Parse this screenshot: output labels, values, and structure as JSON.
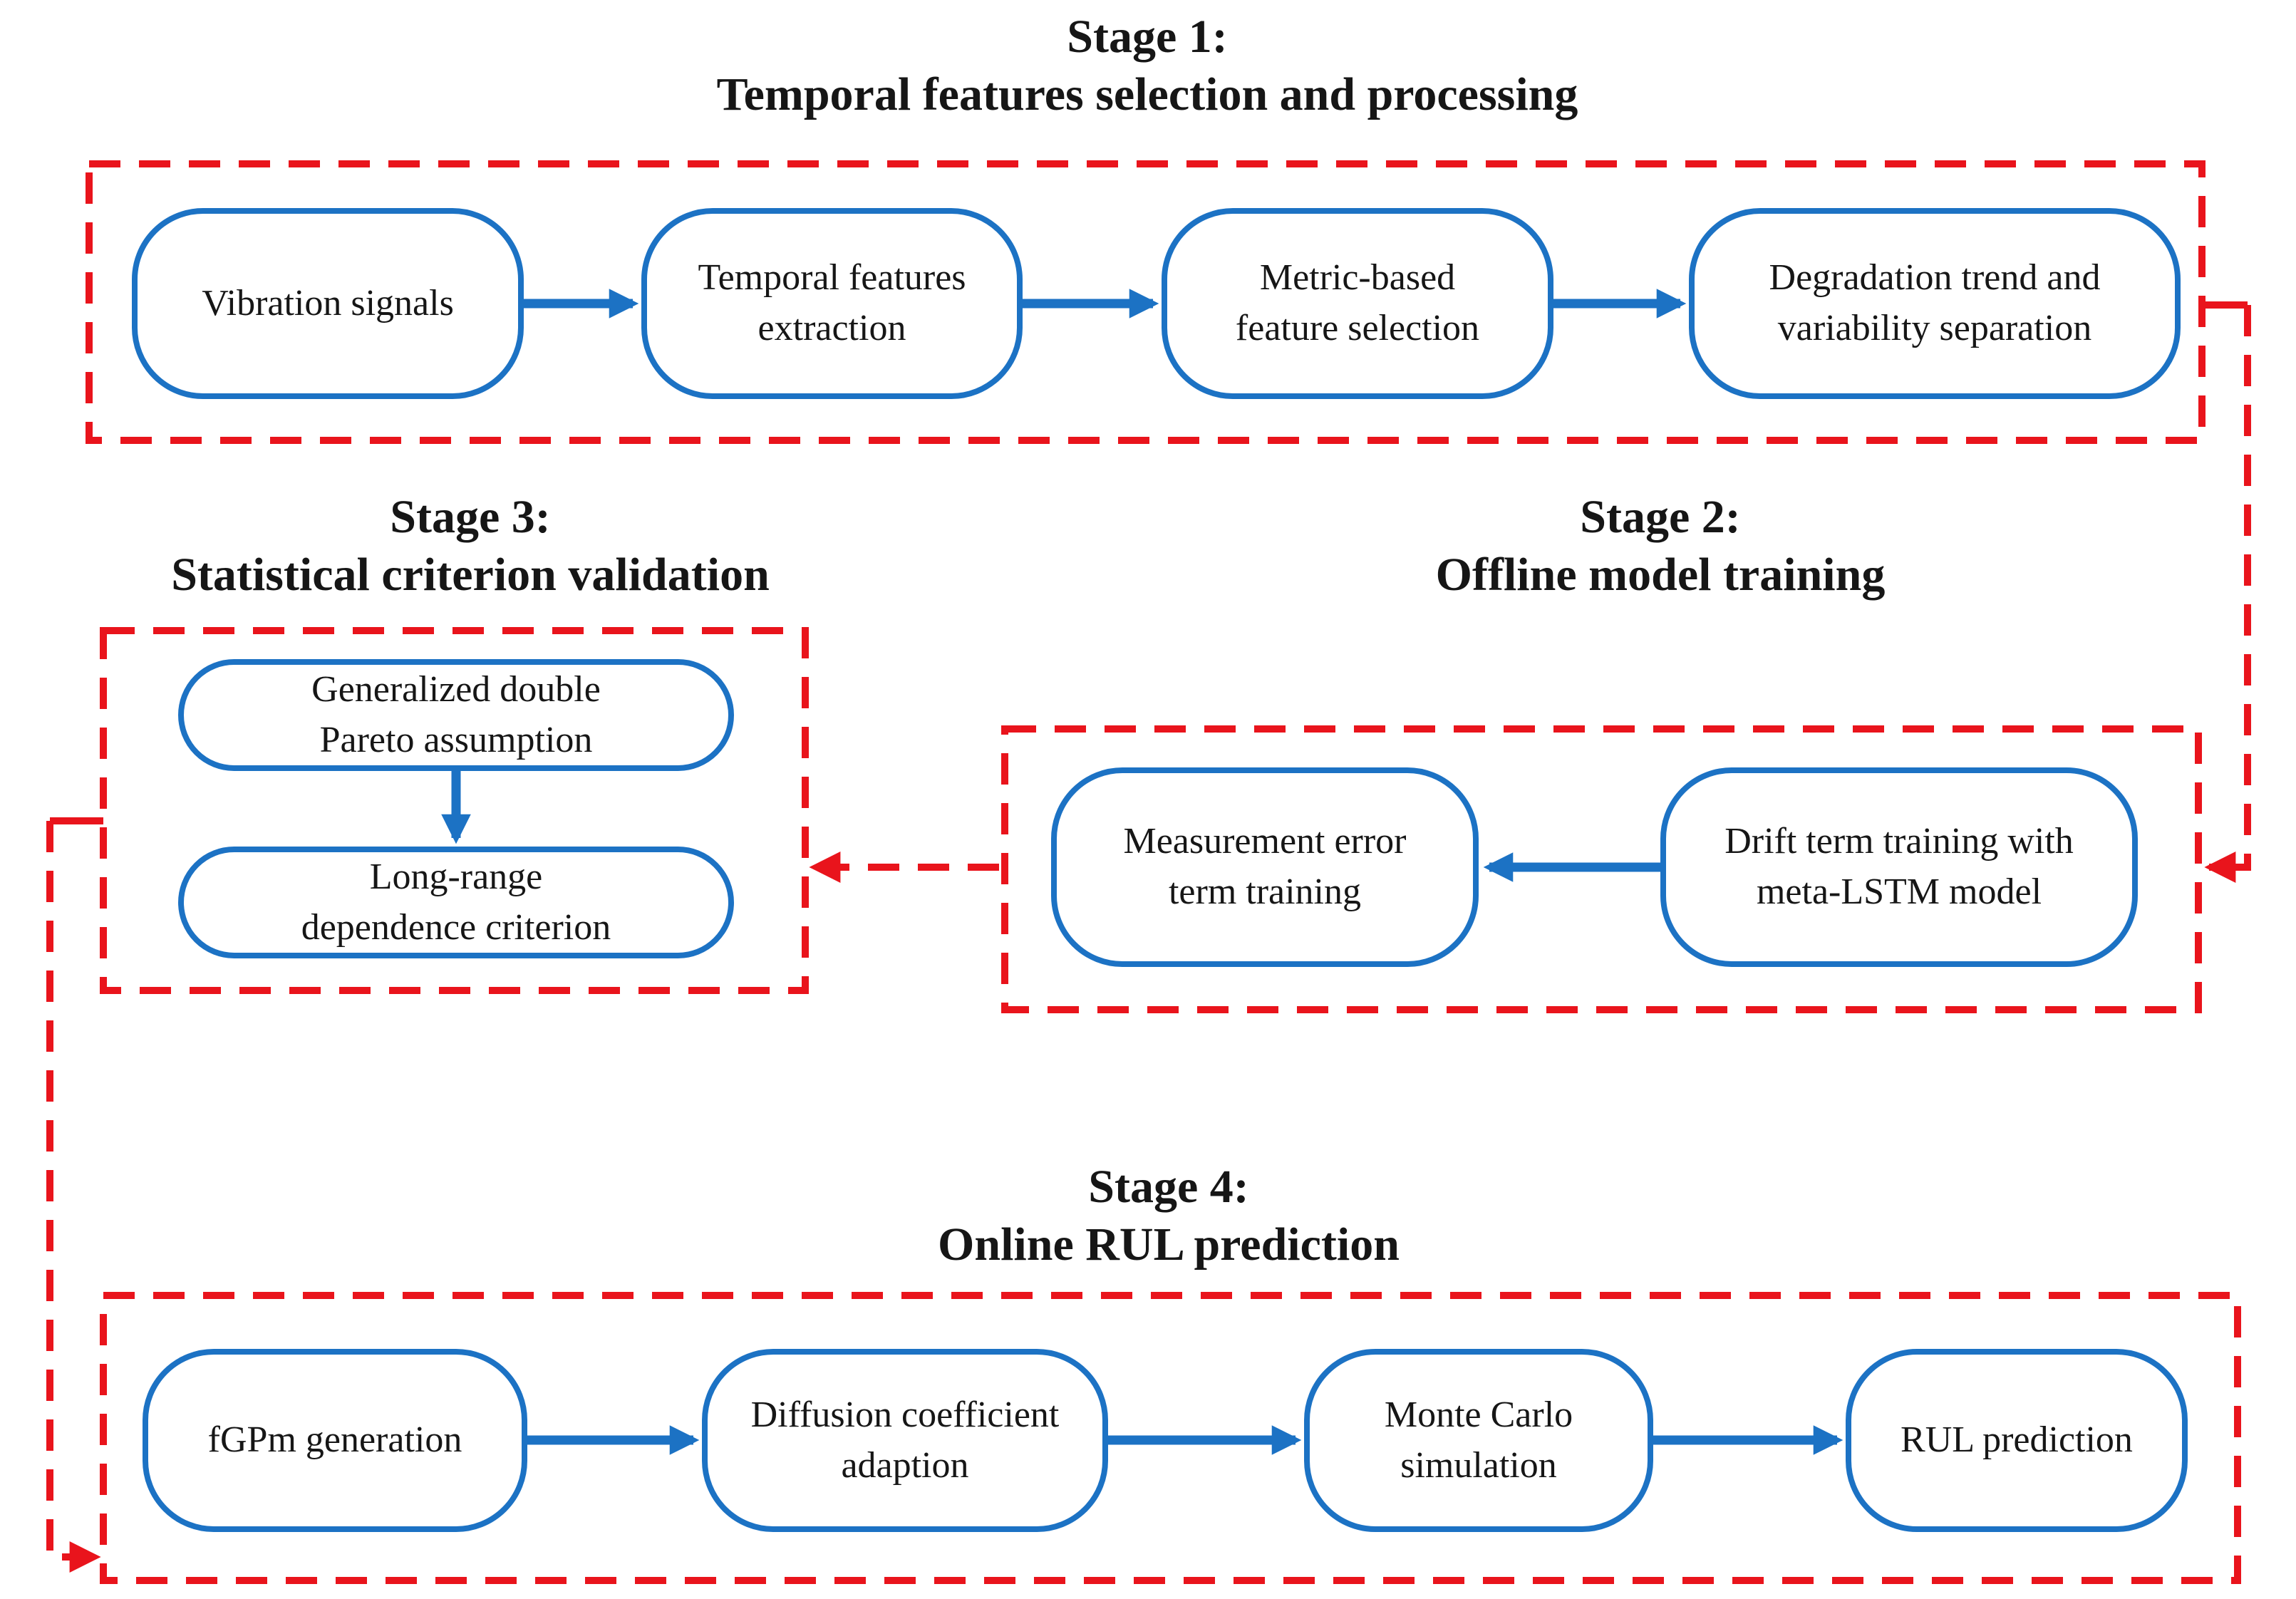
{
  "figure": {
    "type": "flowchart",
    "description_visible": false
  },
  "colors": {
    "node_border_blue": "#1c72c4",
    "connector_red": "#e9141c",
    "text_black": "#161616",
    "background": "#ffffff"
  },
  "stages": [
    {
      "title": "Stage 1:",
      "subtitle": "Temporal features selection and processing",
      "nodes": [
        {
          "label": "Vibration signals"
        },
        {
          "label": "Temporal features\nextraction"
        },
        {
          "label": "Metric-based\nfeature selection"
        },
        {
          "label": "Degradation trend and\nvariability separation"
        }
      ]
    },
    {
      "title": "Stage 2:",
      "subtitle": "Offline model training",
      "nodes": [
        {
          "label": "Measurement error\nterm training"
        },
        {
          "label": "Drift term training with\nmeta-LSTM model"
        }
      ]
    },
    {
      "title": "Stage 3:",
      "subtitle": "Statistical criterion validation",
      "nodes": [
        {
          "label": "Generalized double\nPareto assumption"
        },
        {
          "label": "Long-range\ndependence criterion"
        }
      ]
    },
    {
      "title": "Stage 4:",
      "subtitle": "Online RUL prediction",
      "nodes": [
        {
          "label": "fGPm generation"
        },
        {
          "label": "Diffusion coefficient\nadaption"
        },
        {
          "label": "Monte Carlo\nsimulation"
        },
        {
          "label": "RUL prediction"
        }
      ]
    }
  ],
  "edges": [
    {
      "from": "Vibration signals",
      "to": "Temporal features extraction"
    },
    {
      "from": "Temporal features extraction",
      "to": "Metric-based feature selection"
    },
    {
      "from": "Metric-based feature selection",
      "to": "Degradation trend and variability separation"
    },
    {
      "from": "Stage 1",
      "to": "Stage 2"
    },
    {
      "from": "Drift term training with meta-LSTM model",
      "to": "Measurement error term training"
    },
    {
      "from": "Stage 2",
      "to": "Stage 3"
    },
    {
      "from": "Generalized double Pareto assumption",
      "to": "Long-range dependence criterion"
    },
    {
      "from": "Stage 3",
      "to": "Stage 4"
    },
    {
      "from": "fGPm generation",
      "to": "Diffusion coefficient adaption"
    },
    {
      "from": "Diffusion coefficient adaption",
      "to": "Monte Carlo simulation"
    },
    {
      "from": "Monte Carlo simulation",
      "to": "RUL prediction"
    }
  ]
}
